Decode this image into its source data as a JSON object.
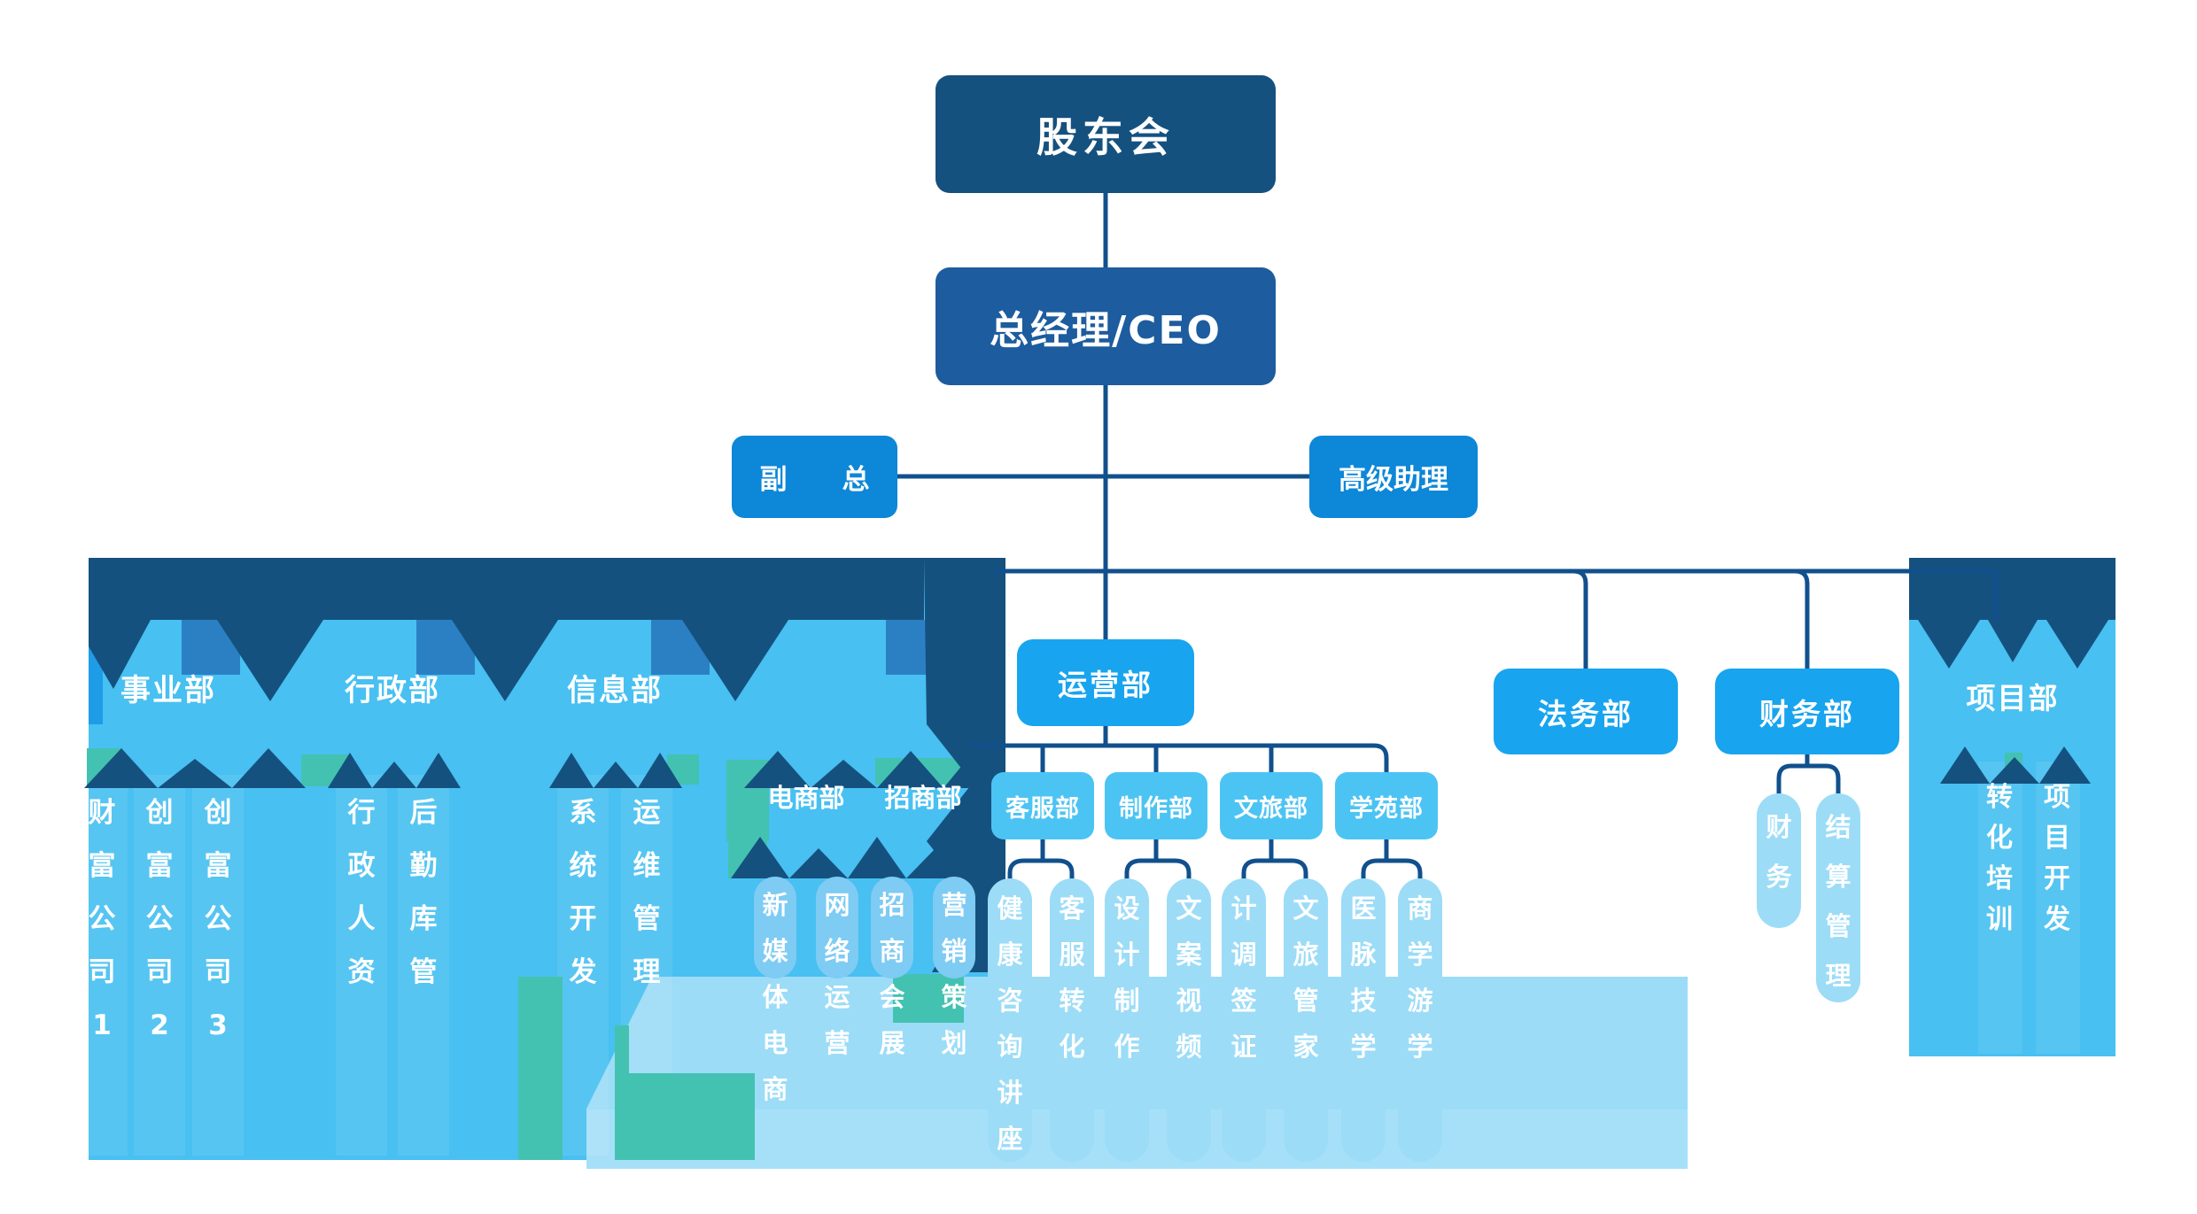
{
  "company": {
    "root": "股东会",
    "ceo": "总经理/CEO",
    "deputy": "副　　总",
    "senior_assistant": "高级助理"
  },
  "left_panel": {
    "departments": [
      {
        "name": "事业部",
        "children": [
          "财富公司1",
          "创富公司2",
          "创富公司3"
        ]
      },
      {
        "name": "行政部",
        "children": [
          "行政　人资",
          "后勤　库管"
        ]
      },
      {
        "name": "信息部",
        "children": [
          "系统开发",
          "运维管理"
        ]
      },
      {
        "name": "电商部",
        "children": [
          "新媒体　电商",
          "网络　运营"
        ]
      },
      {
        "name": "招商部",
        "children": [
          "招商　会展",
          "营销　策划"
        ]
      }
    ]
  },
  "operations": {
    "name": "运营部",
    "sub_departments": [
      {
        "name": "客服部",
        "children": [
          "健康咨询　讲座",
          "客服　转化"
        ]
      },
      {
        "name": "制作部",
        "children": [
          "设计　制作",
          "文案　视频"
        ]
      },
      {
        "name": "文旅部",
        "children": [
          "计调　签证",
          "文旅管家"
        ]
      },
      {
        "name": "学苑部",
        "children": [
          "医脉　技学",
          "商学　游学"
        ]
      }
    ]
  },
  "legal": {
    "name": "法务部"
  },
  "finance": {
    "name": "财务部",
    "children": [
      "财务",
      "结算管理"
    ]
  },
  "project": {
    "name": "项目部",
    "children": [
      "转化　培训",
      "项目开发"
    ]
  },
  "colors": {
    "navy": "#15517f",
    "royal_blue": "#1d5c9e",
    "bright_blue": "#0d87d7",
    "level2_blue": "#18a4ef",
    "sub_blue": "#4cc4f3",
    "panel_blue": "#48c0f1",
    "pill_blue": "#9cdcf7",
    "teal": "#43c2b1",
    "line_navy": "#11508d"
  }
}
